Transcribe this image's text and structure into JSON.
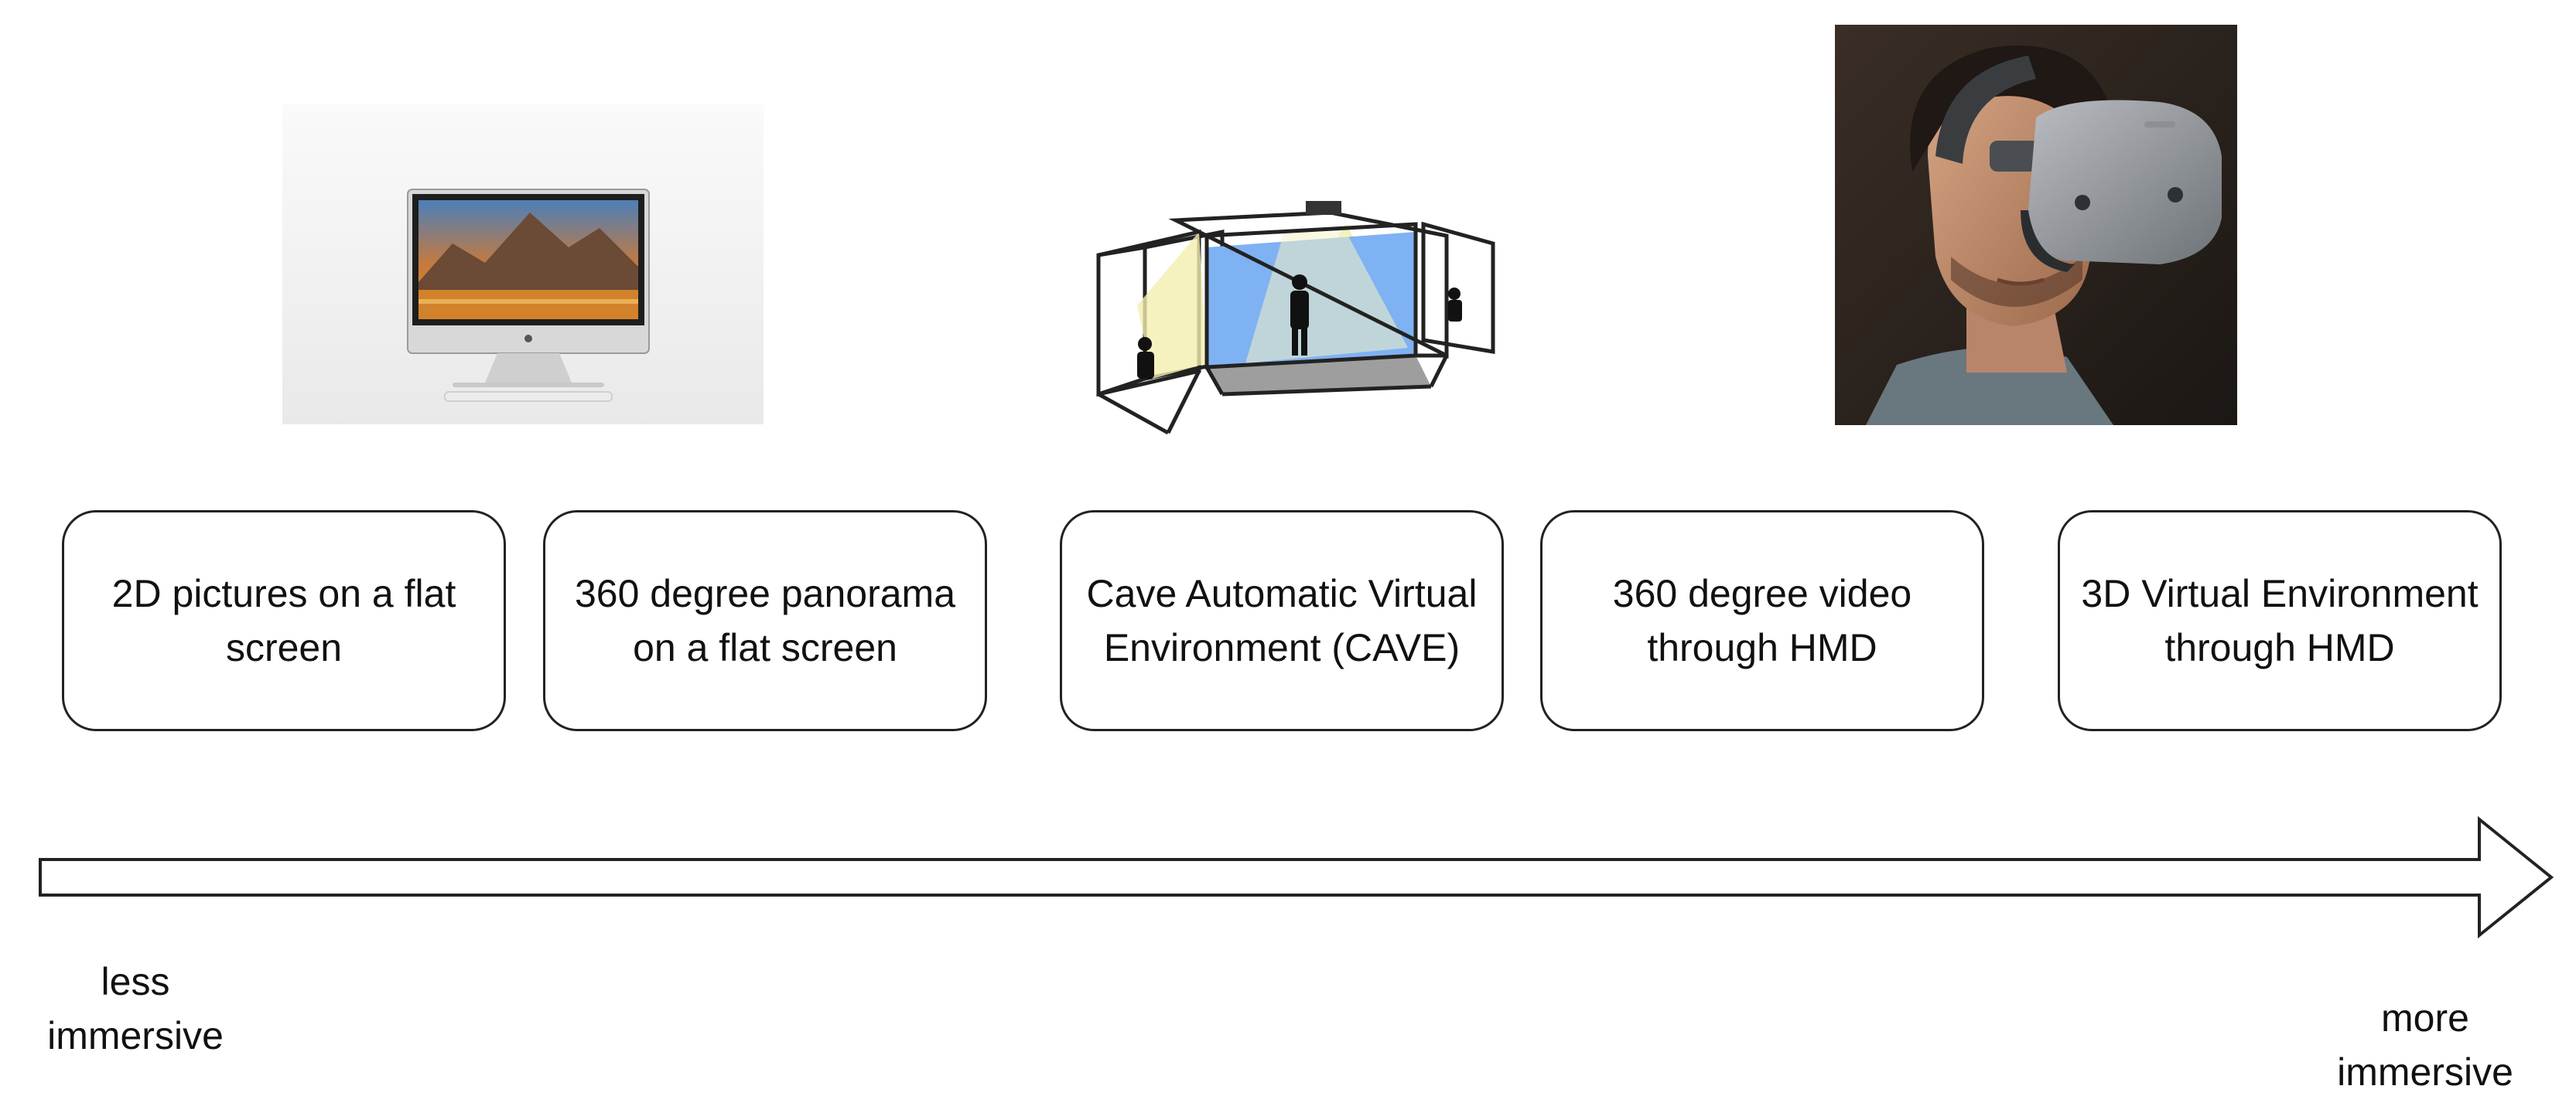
{
  "levels": [
    {
      "label": "2D pictures on a flat screen"
    },
    {
      "label": "360 degree panorama on a flat screen"
    },
    {
      "label": "Cave Automatic Virtual Environment (CAVE)"
    },
    {
      "label": "360 degree video through HMD"
    },
    {
      "label": "3D Virtual Environment through HMD"
    }
  ],
  "axis": {
    "start_label": "less immersive",
    "end_label": "more immersive"
  },
  "pictures": {
    "monitor": {
      "icon": "desktop-monitor-photo"
    },
    "cave": {
      "icon": "cave-projection-diagram"
    },
    "headset": {
      "icon": "vr-headset-photo"
    }
  },
  "colors": {
    "stroke": "#222222",
    "cave_wall": "#7fb2f2",
    "cave_light": "#f3efb0"
  }
}
